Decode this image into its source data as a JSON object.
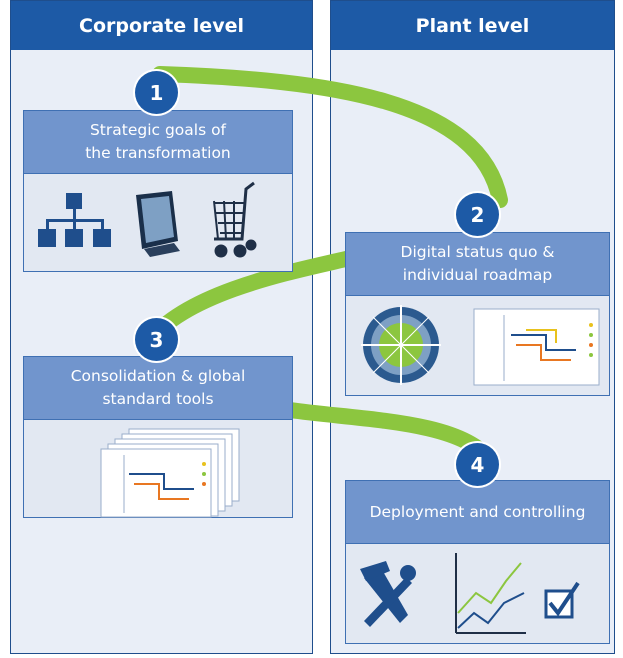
{
  "columns": {
    "corporate": "Corporate level",
    "plant": "Plant level"
  },
  "steps": [
    {
      "number": "1",
      "line1": "Strategic goals of",
      "line2": "the transformation",
      "icons": [
        "hierarchy-icon",
        "monitor-icon",
        "shopping-cart-icon"
      ]
    },
    {
      "number": "2",
      "line1": "Digital status quo &",
      "line2": "individual roadmap",
      "icons": [
        "maturity-radar-icon",
        "roadmap-chart-icon"
      ]
    },
    {
      "number": "3",
      "line1": "Consolidation & global",
      "line2": "standard tools",
      "icons": [
        "roadmap-stack-icon"
      ]
    },
    {
      "number": "4",
      "line1": "Deployment and controlling",
      "line2": "",
      "icons": [
        "tools-icon",
        "line-chart-icon",
        "checkbox-icon"
      ]
    }
  ],
  "colors": {
    "header_blue": "#1d5aa6",
    "card_header": "#7195cd",
    "connector_green": "#8cc63f",
    "background": "#e9eef7"
  }
}
